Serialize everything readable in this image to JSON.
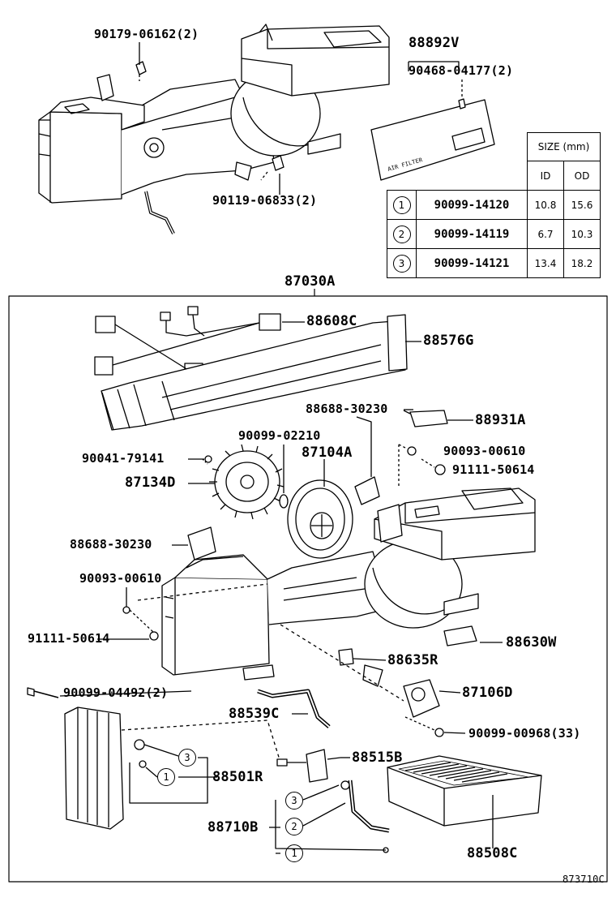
{
  "top_labels": {
    "bolt_top": "90179-06162(2)",
    "plate_code": "88892V",
    "screw_plate": "90468-04177(2)",
    "bolt_mid": "90119-06833(2)",
    "unit_assy": "87030A"
  },
  "size_table": {
    "header": "SIZE (mm)",
    "col_id": "ID",
    "col_od": "OD",
    "rows": [
      {
        "index": "1",
        "part": "90099-14120",
        "id": "10.8",
        "od": "15.6"
      },
      {
        "index": "2",
        "part": "90099-14119",
        "id": "6.7",
        "od": "10.3"
      },
      {
        "index": "3",
        "part": "90099-14121",
        "id": "13.4",
        "od": "18.2"
      }
    ]
  },
  "plate_text": "AIR FILTER",
  "parts": {
    "harness": "88608C",
    "duct": "88576G",
    "bracket_top": "88688-30230",
    "sensor": "88931A",
    "clip": "90041-79141",
    "washer_a": "90099-02210",
    "motor": "87104A",
    "nut_a": "90093-00610",
    "bolt_a": "91111-50614",
    "fan": "87134D",
    "bracket_left": "88688-30230",
    "nut_b": "90093-00610",
    "bolt_b": "91111-50614",
    "switch": "88630W",
    "thermistor": "88635R",
    "servo": "87106D",
    "bolt_long": "90099-04492(2)",
    "pipe": "88539C",
    "screw_many": "90099-00968(33)",
    "evaporator": "88501R",
    "valve": "88515B",
    "tube": "88710B",
    "filter": "88508C"
  },
  "circles": {
    "evap_top": "3",
    "evap_bottom": "1",
    "tube_top": "3",
    "tube_mid": "2",
    "tube_bottom": "1"
  },
  "footer": "873710C"
}
